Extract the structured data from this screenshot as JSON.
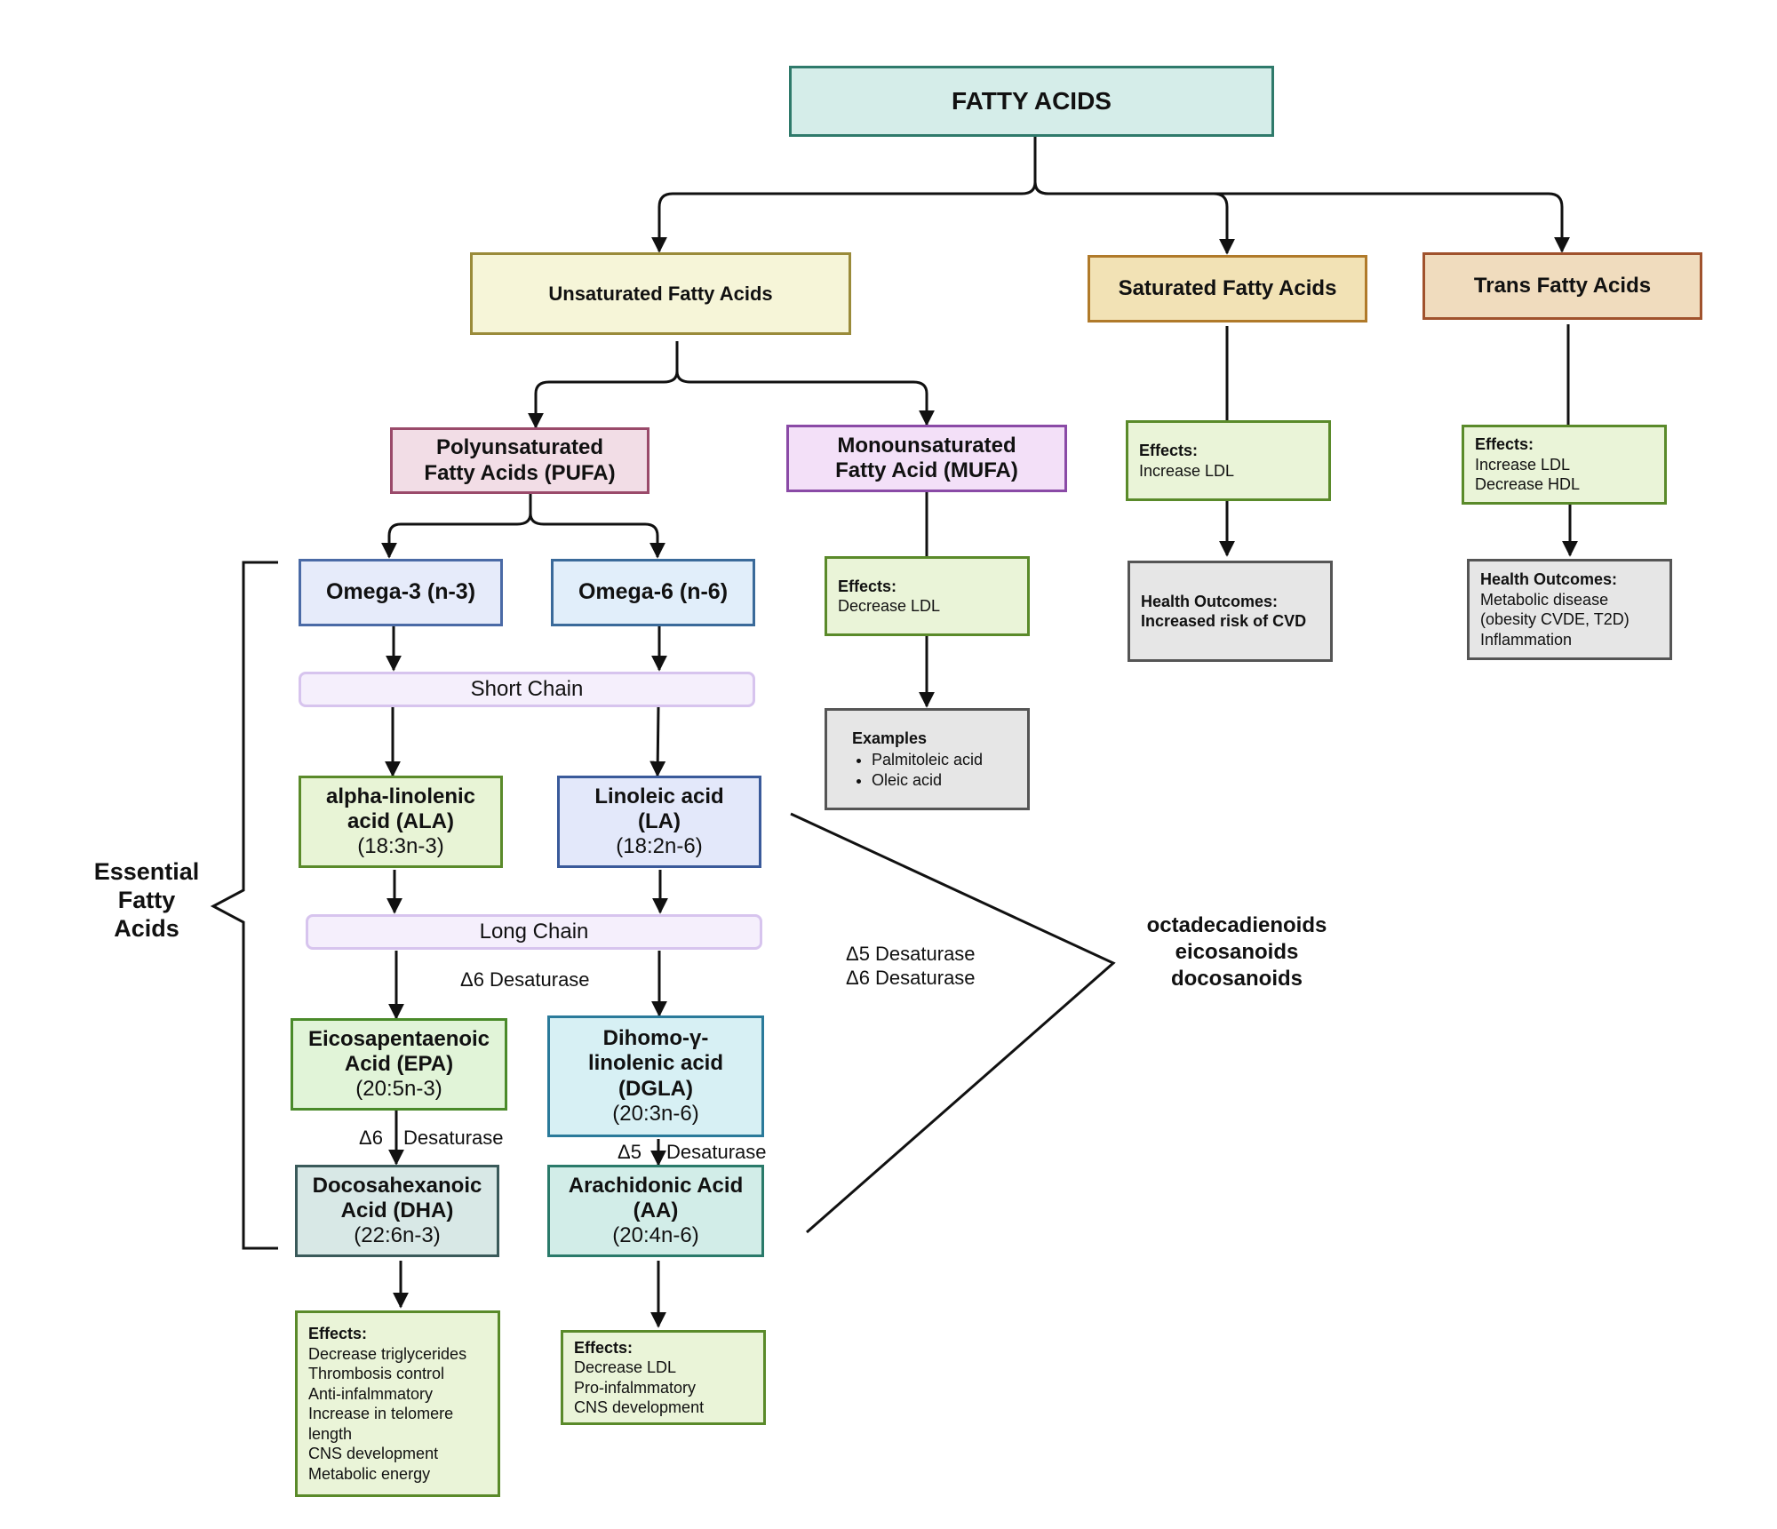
{
  "root": {
    "label": "FATTY ACIDS",
    "fill": "#d5ede9",
    "stroke": "#2f7a6b"
  },
  "unsaturated": {
    "label": "Unsaturated Fatty Acids",
    "fill": "#f6f5d8",
    "stroke": "#9a8b3a"
  },
  "saturated": {
    "label": "Saturated Fatty Acids",
    "fill": "#f2e2b5",
    "stroke": "#b07a2a"
  },
  "trans": {
    "label": "Trans Fatty Acids",
    "fill": "#f0dcbe",
    "stroke": "#a0522d"
  },
  "pufa": {
    "line1": "Polyunsaturated",
    "line2": "Fatty Acids (PUFA)",
    "fill": "#f2dde6",
    "stroke": "#9a4a6a"
  },
  "mufa": {
    "line1": "Monounsaturated",
    "line2": "Fatty Acid (MUFA)",
    "fill": "#f3e0f8",
    "stroke": "#8a4aa6"
  },
  "omega3": {
    "label": "Omega-3 (n-3)",
    "fill": "#e6ebfa",
    "stroke": "#4a6aa6"
  },
  "omega6": {
    "label": "Omega-6 (n-6)",
    "fill": "#e1eefa",
    "stroke": "#3a6a9a"
  },
  "short_chain": "Short Chain",
  "long_chain": "Long Chain",
  "ala": {
    "line1": "alpha-linolenic",
    "line2": "acid (ALA)",
    "formula": "(18:3n-3)",
    "fill": "#e8f4d6",
    "stroke": "#5a8a2a"
  },
  "la": {
    "line1": "Linoleic acid",
    "line2": "(LA)",
    "formula": "(18:2n-6)",
    "fill": "#e3e8fa",
    "stroke": "#3a5a9a"
  },
  "epa": {
    "line1": "Eicosapentaenoic",
    "line2": "Acid (EPA)",
    "formula": "(20:5n-3)",
    "fill": "#e1f4d8",
    "stroke": "#4a8a2a"
  },
  "dgla": {
    "line1": "Dihomo-γ-",
    "line2": "linolenic acid",
    "line3": "(DGLA)",
    "formula": "(20:3n-6)",
    "fill": "#d7f0f4",
    "stroke": "#2a7a9a"
  },
  "dha": {
    "line1": "Docosahexanoic",
    "line2": "Acid (DHA)",
    "formula": "(22:6n-3)",
    "fill": "#d8e8e6",
    "stroke": "#3a5a5a"
  },
  "aa": {
    "line1": "Arachidonic Acid",
    "line2": "(AA)",
    "formula": "(20:4n-6)",
    "fill": "#d2ede8",
    "stroke": "#2a7a6a"
  },
  "labels": {
    "d6_desaturase": "Δ6 Desaturase",
    "d6_label": "Δ6",
    "d5_label": "Δ5",
    "desaturase": "Desaturase",
    "d5_desaturase_right": "Δ5 Desaturase",
    "d6_desaturase_right": "Δ6 Desaturase",
    "essential": [
      "Essential",
      "Fatty",
      "Acids"
    ],
    "products": [
      "octadecadienoids",
      "eicosanoids",
      "docosanoids"
    ]
  },
  "effects_mufa": {
    "heading": "Effects:",
    "lines": [
      "Decrease LDL"
    ]
  },
  "examples_mufa": {
    "heading": "Examples",
    "items": [
      "Palmitoleic acid",
      "Oleic acid"
    ]
  },
  "effects_saturated": {
    "heading": "Effects:",
    "lines": [
      "Increase LDL"
    ]
  },
  "health_saturated": {
    "heading": "Health Outcomes:",
    "lines": [
      "Increased risk of CVD"
    ]
  },
  "effects_trans": {
    "heading": "Effects:",
    "lines": [
      "Increase LDL",
      "Decrease HDL"
    ]
  },
  "health_trans": {
    "heading": "Health Outcomes:",
    "lines": [
      "Metabolic disease",
      "(obesity CVDE, T2D)",
      "Inflammation"
    ]
  },
  "effects_dha": {
    "heading": "Effects:",
    "lines": [
      "Decrease triglycerides",
      "Thrombosis control",
      "Anti-infalmmatory",
      "Increase in telomere",
      "length",
      "CNS development",
      "Metabolic energy"
    ]
  },
  "effects_aa": {
    "heading": "Effects:",
    "lines": [
      "Decrease LDL",
      "Pro-infalmmatory",
      "CNS development"
    ]
  }
}
